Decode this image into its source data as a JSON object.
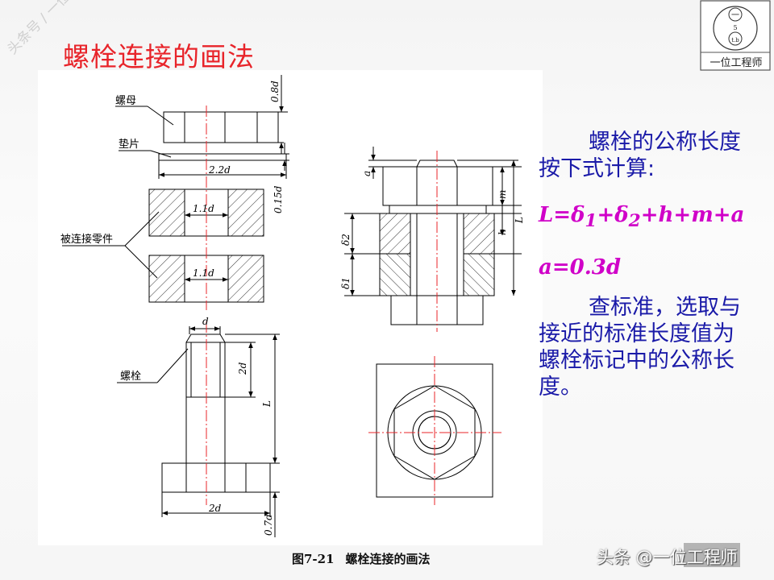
{
  "title": "螺栓连接的画法",
  "figure": {
    "caption_num": "图7-21",
    "caption_text": "螺栓连接的画法",
    "labels": {
      "nut": "螺母",
      "washer": "垫片",
      "parts": "被连接零件",
      "bolt": "螺栓"
    },
    "dims": {
      "d08": "0.8d",
      "d22": "2.2d",
      "d015": "0.15d",
      "d11a": "1.1d",
      "d11b": "1.1d",
      "d": "d",
      "d2": "2d",
      "L": "L",
      "d2b": "2d",
      "d07": "0.7d",
      "a": "a",
      "m": "m",
      "h": "h",
      "Lr": "L",
      "delta2": "δ2",
      "delta1": "δ1"
    }
  },
  "text": {
    "p1": "螺栓的公称长度按下式计算:",
    "eq1": "L=δ1+δ2+h+m+a",
    "eq2": "a=0.3d",
    "p2": "查标准，选取与接近的标准长度值为螺栓标记中的公称长度。"
  },
  "logo": {
    "text": "一位工程师",
    "seal_top": "一",
    "seal_mid": "5",
    "seal_bottom": "t.b"
  },
  "watermark": {
    "diag": "头条号 / 一位工程师",
    "corner": "头条 @一位工程师"
  },
  "colors": {
    "title": "#e8242a",
    "blue_text": "#1a1aa8",
    "equation": "#d000c8",
    "centerline": "#e8242a"
  }
}
